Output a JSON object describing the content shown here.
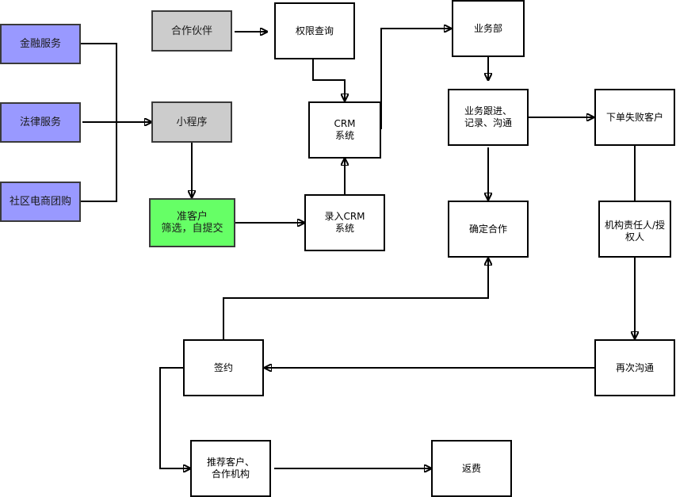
{
  "nodes": {
    "finance": "金融服务",
    "legal": "法律服务",
    "community": "社区电商团购",
    "partner": "合作伙伴",
    "miniprogram": "小程序",
    "prospect": "准客户\n筛选，自提交",
    "permission": "权限查询",
    "crm": "CRM\n系统",
    "entry_crm": "录入CRM\n系统",
    "business": "业务部",
    "followup": "业务跟进、\n记录、沟通",
    "confirm": "确定合作",
    "failed_order": "下单失败客户",
    "responsible": "机构责任人/授权人",
    "recommunicate": "再次沟通",
    "sign": "签约",
    "recommend": "推荐客户、\n合作机构",
    "rebate": "返费"
  }
}
